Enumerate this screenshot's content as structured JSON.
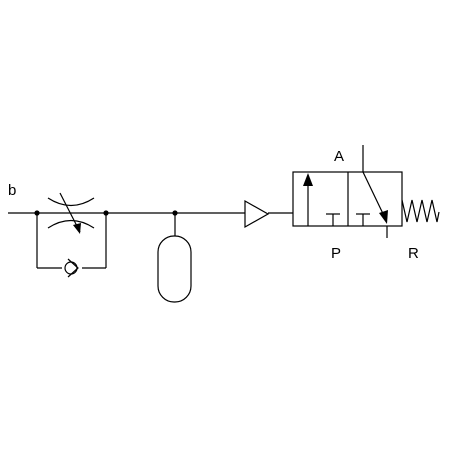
{
  "labels": {
    "input": "b",
    "port_a": "A",
    "port_p": "P",
    "port_r": "R"
  },
  "components": [
    {
      "id": "throttle-check-valve",
      "type": "one-way flow control valve"
    },
    {
      "id": "air-reservoir",
      "type": "accumulator"
    },
    {
      "id": "signal-amplifier",
      "type": "amplifier (triangle)"
    },
    {
      "id": "directional-valve",
      "type": "3/2-way valve, spring return",
      "ports": [
        "A",
        "P",
        "R"
      ]
    }
  ],
  "colors": {
    "line": "#000000",
    "background": "#ffffff"
  }
}
